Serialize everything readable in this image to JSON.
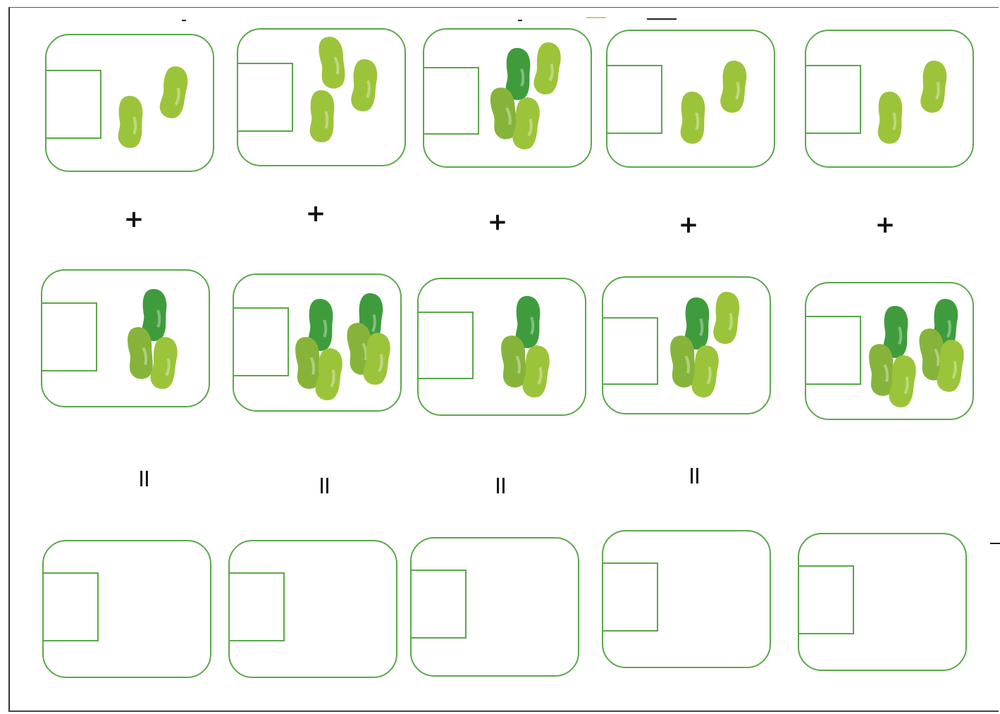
{
  "worksheet": {
    "colors": {
      "panel_border": "#5aa84a",
      "bean_light": "#9cc43a",
      "bean_mid": "#86b43a",
      "bean_dark": "#3f9c3c",
      "operator": "#111111"
    },
    "top_row": [
      {
        "beans": 2,
        "dark_beans": 0
      },
      {
        "beans": 3,
        "dark_beans": 0
      },
      {
        "beans": 4,
        "dark_beans": 1
      },
      {
        "beans": 2,
        "dark_beans": 0
      },
      {
        "beans": 2,
        "dark_beans": 0
      }
    ],
    "middle_row": [
      {
        "beans": 3,
        "dark_beans": 1
      },
      {
        "beans": 6,
        "dark_beans": 2
      },
      {
        "beans": 3,
        "dark_beans": 1
      },
      {
        "beans": 4,
        "dark_beans": 1
      },
      {
        "beans": 6,
        "dark_beans": 2
      }
    ],
    "bottom_row": [
      {
        "beans": 0
      },
      {
        "beans": 0
      },
      {
        "beans": 0
      },
      {
        "beans": 0
      },
      {
        "beans": 0
      }
    ],
    "plus_signs": [
      "+",
      "+",
      "+",
      "+",
      "+"
    ],
    "equals_signs": [
      "II",
      "II",
      "II",
      "II"
    ],
    "answer_boxes_filled": false,
    "bean_icon": "bean-icon"
  }
}
